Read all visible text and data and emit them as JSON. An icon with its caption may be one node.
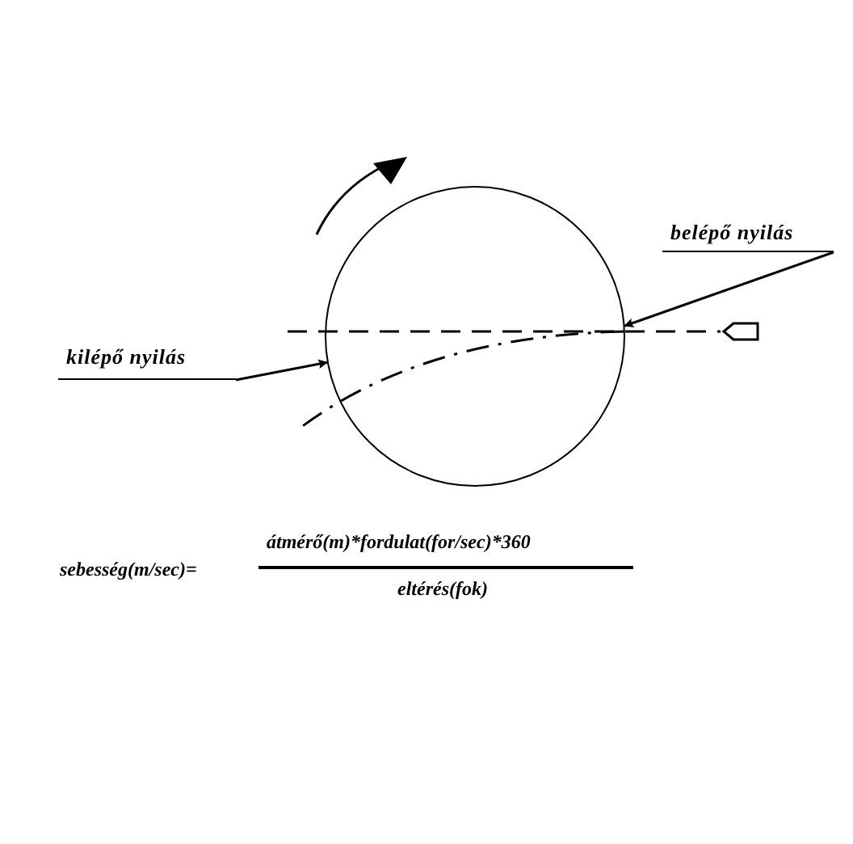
{
  "diagram": {
    "nodes": [
      {
        "text": [
          "belépő nyilás"
        ]
      },
      {
        "text": [
          "kilépő nyilás"
        ]
      },
      {
        "text": [],
        "shape": "circle"
      }
    ],
    "edges": [
      {
        "from": 0,
        "to": 2,
        "arrow": "to"
      },
      {
        "from": 1,
        "to": 2,
        "arrow": "to"
      }
    ],
    "labels": [
      "sebesség(m/sec)=",
      "átmérő(m)*fordulat(for/sec)*360",
      "eltérés(fok)"
    ]
  }
}
